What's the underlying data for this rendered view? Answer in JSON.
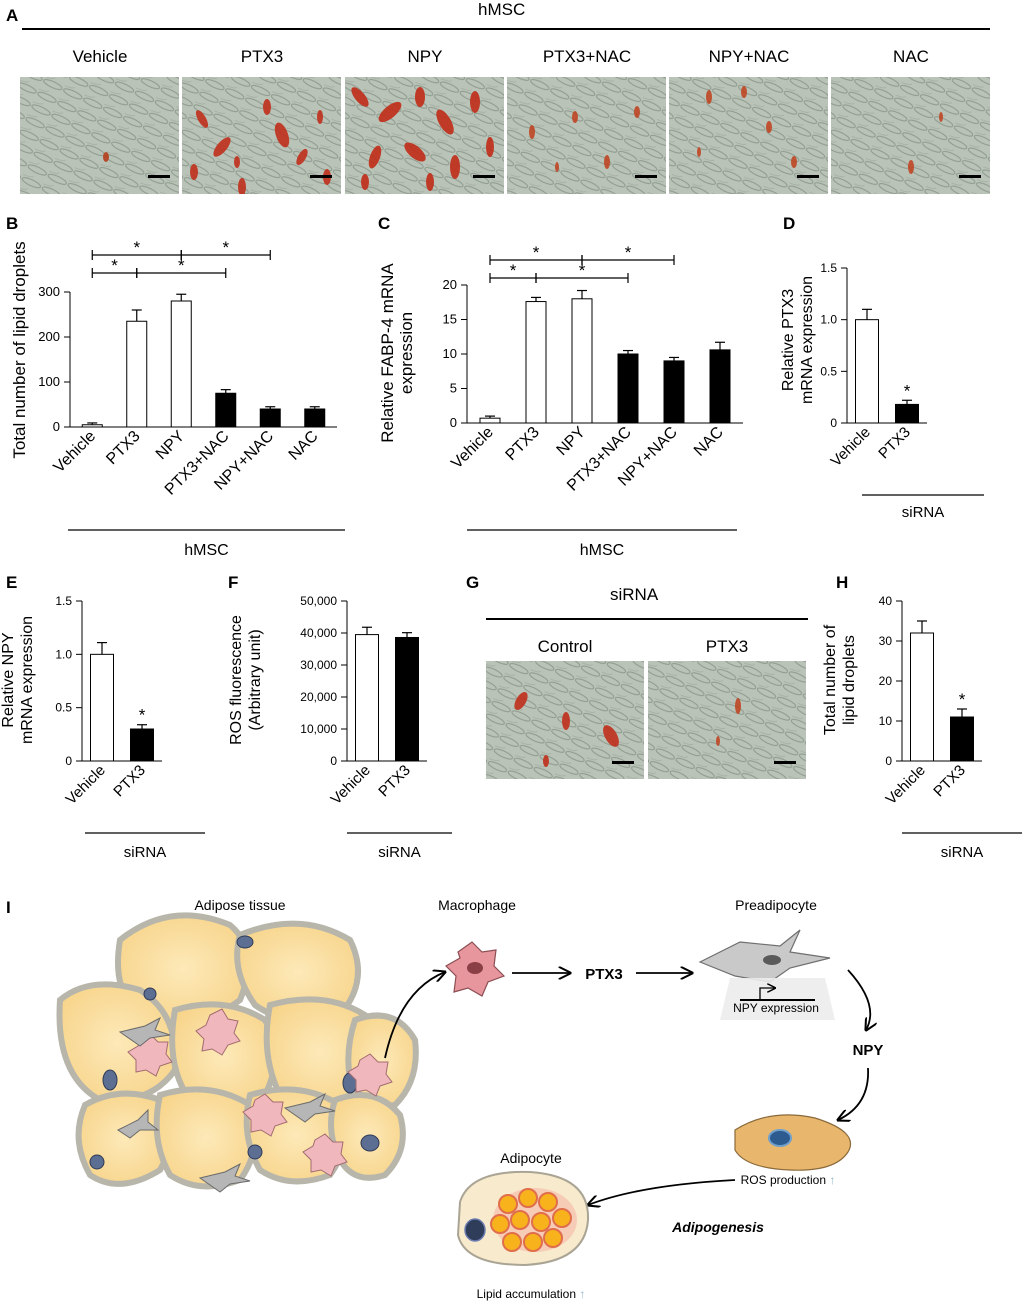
{
  "panel_labels": {
    "a": "A",
    "b": "B",
    "c": "C",
    "d": "D",
    "e": "E",
    "f": "F",
    "g": "G",
    "h": "H",
    "i": "I"
  },
  "panel_a": {
    "header": "hMSC",
    "columns": [
      "Vehicle",
      "PTX3",
      "NPY",
      "PTX3+NAC",
      "NPY+NAC",
      "NAC"
    ]
  },
  "panel_g": {
    "header": "siRNA",
    "columns": [
      "Control",
      "PTX3"
    ]
  },
  "chart_data": [
    {
      "id": "B",
      "type": "bar",
      "categories": [
        "Vehicle",
        "PTX3",
        "NPY",
        "PTX3+NAC",
        "NPY+NAC",
        "NAC"
      ],
      "values": [
        5,
        235,
        280,
        75,
        40,
        40
      ],
      "errors": [
        4,
        25,
        15,
        8,
        5,
        5
      ],
      "fills": [
        "white",
        "white",
        "white",
        "black",
        "black",
        "black"
      ],
      "ylabel": "Total number of lipid droplets",
      "ylim": [
        0,
        300
      ],
      "yticks": [
        0,
        100,
        200,
        300
      ],
      "group_label": "hMSC",
      "significance": [
        {
          "pair": [
            0,
            2
          ],
          "label": "*"
        },
        {
          "pair": [
            2,
            4
          ],
          "label": "*"
        },
        {
          "pair": [
            0,
            1
          ],
          "label": "*"
        },
        {
          "pair": [
            1,
            3
          ],
          "label": "*"
        }
      ]
    },
    {
      "id": "C",
      "type": "bar",
      "categories": [
        "Vehicle",
        "PTX3",
        "NPY",
        "PTX3+NAC",
        "NPY+NAC",
        "NAC"
      ],
      "values": [
        0.7,
        17.6,
        18.0,
        10.0,
        9.0,
        10.6
      ],
      "errors": [
        0.3,
        0.6,
        1.2,
        0.5,
        0.5,
        1.1
      ],
      "fills": [
        "white",
        "white",
        "white",
        "black",
        "black",
        "black"
      ],
      "ylabel": [
        "Relative FABP-4 mRNA",
        "expression"
      ],
      "ylim": [
        0,
        20
      ],
      "yticks": [
        0,
        5,
        10,
        15,
        20
      ],
      "group_label": "hMSC",
      "significance": [
        {
          "pair": [
            0,
            2
          ],
          "label": "*"
        },
        {
          "pair": [
            2,
            4
          ],
          "label": "*"
        },
        {
          "pair": [
            0,
            1
          ],
          "label": "*"
        },
        {
          "pair": [
            1,
            3
          ],
          "label": "*"
        }
      ]
    },
    {
      "id": "D",
      "type": "bar",
      "categories": [
        "Vehicle",
        "PTX3"
      ],
      "values": [
        1.0,
        0.18
      ],
      "errors": [
        0.1,
        0.04
      ],
      "fills": [
        "white",
        "black"
      ],
      "ylabel": [
        "Relative PTX3",
        "mRNA expression"
      ],
      "ylim": [
        0,
        1.5
      ],
      "yticks": [
        0,
        0.5,
        1.0,
        1.5
      ],
      "ytick_labels": [
        "0",
        "0.5",
        "1.0",
        "1.5"
      ],
      "group_label": "siRNA",
      "star_on": [
        1
      ]
    },
    {
      "id": "E",
      "type": "bar",
      "categories": [
        "Vehicle",
        "PTX3"
      ],
      "values": [
        1.0,
        0.3
      ],
      "errors": [
        0.11,
        0.04
      ],
      "fills": [
        "white",
        "black"
      ],
      "ylabel": [
        "Relative NPY",
        "mRNA expression"
      ],
      "ylim": [
        0,
        1.5
      ],
      "yticks": [
        0,
        0.5,
        1.0,
        1.5
      ],
      "ytick_labels": [
        "0",
        "0.5",
        "1.0",
        "1.5"
      ],
      "group_label": "siRNA",
      "star_on": [
        1
      ]
    },
    {
      "id": "F",
      "type": "bar",
      "categories": [
        "Vehicle",
        "PTX3"
      ],
      "values": [
        39500,
        38600
      ],
      "errors": [
        2300,
        1500
      ],
      "fills": [
        "white",
        "black"
      ],
      "ylabel": [
        "ROS fluorescence",
        "(Arbitrary unit)"
      ],
      "ylim": [
        0,
        50000
      ],
      "yticks": [
        0,
        10000,
        20000,
        30000,
        40000,
        50000
      ],
      "ytick_labels": [
        "0",
        "10,000",
        "20,000",
        "30,000",
        "40,000",
        "50,000"
      ],
      "group_label": "siRNA"
    },
    {
      "id": "H",
      "type": "bar",
      "categories": [
        "Vehicle",
        "PTX3"
      ],
      "values": [
        32,
        11
      ],
      "errors": [
        3,
        2
      ],
      "fills": [
        "white",
        "black"
      ],
      "ylabel": [
        "Total number of",
        "lipid droplets"
      ],
      "ylim": [
        0,
        40
      ],
      "yticks": [
        0,
        10,
        20,
        30,
        40
      ],
      "group_label": "siRNA",
      "star_on": [
        1
      ]
    }
  ],
  "diagram": {
    "adipose_tissue": "Adipose tissue",
    "macrophage": "Macrophage",
    "ptx3": "PTX3",
    "preadipocyte": "Preadipocyte",
    "npy_expression": "NPY expression",
    "npy": "NPY",
    "ros_production": "ROS production",
    "adipocyte": "Adipocyte",
    "adipogenesis": "Adipogenesis",
    "lipid_accumulation": "Lipid accumulation",
    "up_arrow": "↑",
    "up_color": "#8fb8c8"
  }
}
